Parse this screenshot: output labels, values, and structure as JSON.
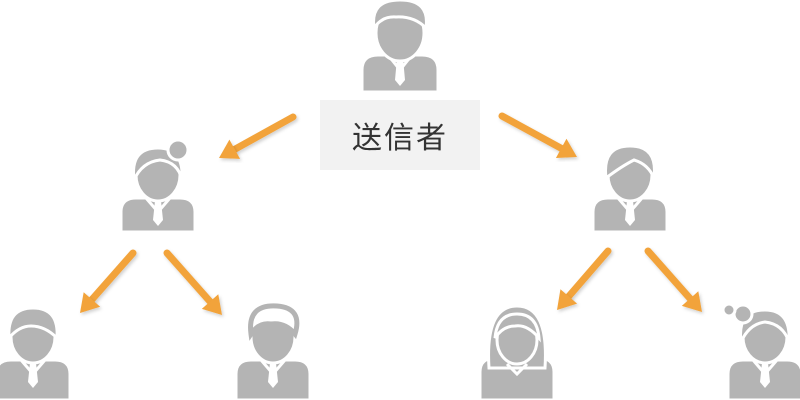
{
  "diagram": {
    "sender_label": "送信者",
    "colors": {
      "person": "#b4b4b4",
      "outline": "#ffffff",
      "arrow": "#f2a33a",
      "label_bg": "#f2f2f2",
      "label_text": "#333333"
    },
    "nodes": [
      {
        "name": "sender-person",
        "icon": "man-tie-icon"
      },
      {
        "name": "level1-left-person",
        "icon": "woman-bun-icon"
      },
      {
        "name": "level1-right-person",
        "icon": "man-side-part-icon"
      },
      {
        "name": "level2-person-1",
        "icon": "man-short-hair-icon"
      },
      {
        "name": "level2-person-2",
        "icon": "man-outline-hair-icon"
      },
      {
        "name": "level2-person-3",
        "icon": "woman-long-hair-icon"
      },
      {
        "name": "level2-person-4",
        "icon": "woman-bun-icon"
      }
    ]
  }
}
